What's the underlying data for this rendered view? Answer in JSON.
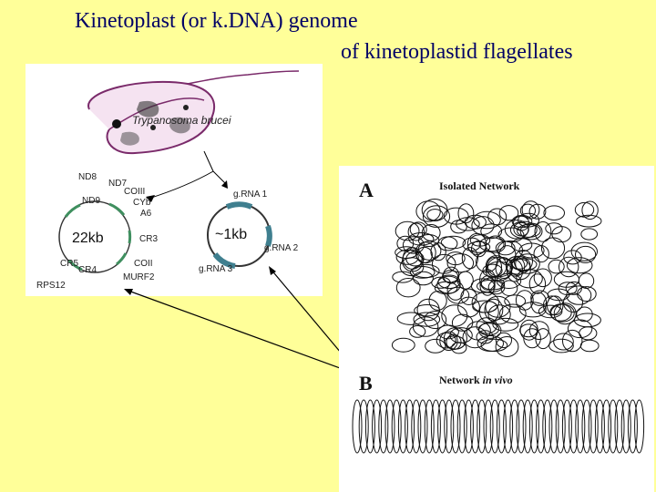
{
  "title": {
    "line1": "Kinetoplast (or k.DNA) genome",
    "line2": "of kinetoplastid flagellates"
  },
  "organism": "Trypanosoma brucei",
  "maxicircle": {
    "size": "22kb",
    "genes": {
      "nd8": "ND8",
      "nd7": "ND7",
      "coiii": "COIII",
      "cyb": "CYb",
      "a6": "A6",
      "nd9": "ND9",
      "cr3": "CR3",
      "coii": "COII",
      "murf2": "MURF2",
      "cr5": "CR5",
      "cr4": "CR4",
      "rps12": "RPS12"
    }
  },
  "minicircle": {
    "size": "~1kb",
    "grnas": {
      "g1": "g.RNA 1",
      "g2": "g.RNA 2",
      "g3": "g.RNA 3"
    }
  },
  "networks": {
    "a_letter": "A",
    "a_caption": "Isolated Network",
    "b_letter": "B",
    "b_caption_prefix": "Network ",
    "b_caption_italic": "in vivo"
  },
  "colors": {
    "title": "#000066",
    "background": "#ffff99",
    "gene_mark": "#3f8f5f",
    "grna_mark": "#3f7f8f",
    "parasite_outline": "#7a2a6a"
  }
}
